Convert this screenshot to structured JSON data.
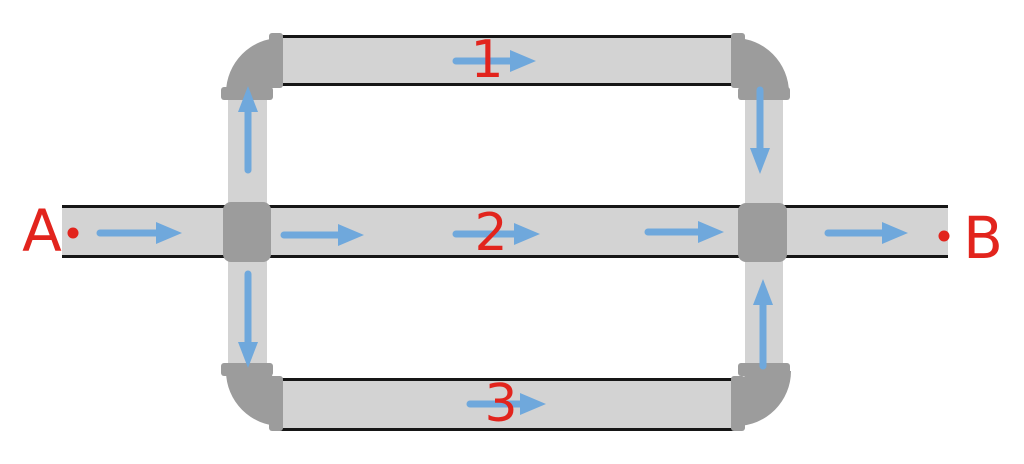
{
  "diagram": {
    "source": {
      "label": "A"
    },
    "sink": {
      "label": "B"
    },
    "branches": [
      {
        "label": "1",
        "position": "top",
        "flow_direction": "right"
      },
      {
        "label": "2",
        "position": "middle",
        "flow_direction": "right"
      },
      {
        "label": "3",
        "position": "bottom",
        "flow_direction": "right"
      }
    ],
    "icons": {
      "flow_arrow": "arrow-right",
      "junction": "cross-junction",
      "elbow": "pipe-elbow"
    },
    "colors": {
      "background": "#ffffff",
      "pipe_fill": "#d3d3d3",
      "pipe_outline": "#161616",
      "fitting_fill": "#9c9c9c",
      "flow_arrow": "#6fa8dc",
      "label": "#e2241d"
    }
  }
}
